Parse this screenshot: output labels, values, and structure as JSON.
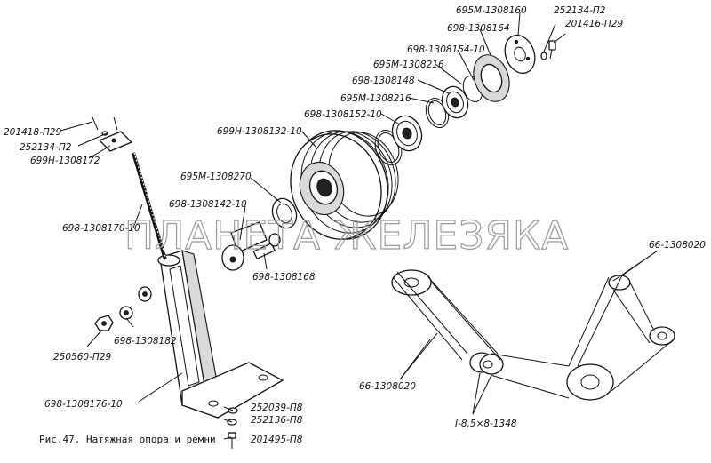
{
  "watermark": "ПЛАНЕТА ЖЕЛЕЗЯКА",
  "caption": "Рис.47. Натяжная опора и ремни",
  "labels": {
    "p201418": "201418-П29",
    "p252134_left": "252134-П2",
    "p699H_172": "699Н-1308172",
    "p698_170": "698-1308170-10",
    "p695M_270": "695М-1308270",
    "p698_142": "698-1308142-10",
    "p699H_132": "699Н-1308132-10",
    "p698_152": "698-1308152-10",
    "p695M_216a": "695М-1308216",
    "p698_148": "698-1308148",
    "p695M_216b": "695М-1308216",
    "p698_154": "698-1308154-10",
    "p698_164": "698-1308164",
    "p695M_160": "695М-1308160",
    "p252134_right": "252134-П2",
    "p201416": "201416-П29",
    "p698_168": "698-1308168",
    "p698_182": "698-1308182",
    "p250560": "250560-П29",
    "p698_176": "698-1308176-10",
    "p252039": "252039-П8",
    "p252136": "252136-П8",
    "p201495": "201495-П8",
    "belt_right": "66-1308020",
    "belt_left": "66-1308020",
    "belt_spec": "I-8,5×8-1348"
  }
}
